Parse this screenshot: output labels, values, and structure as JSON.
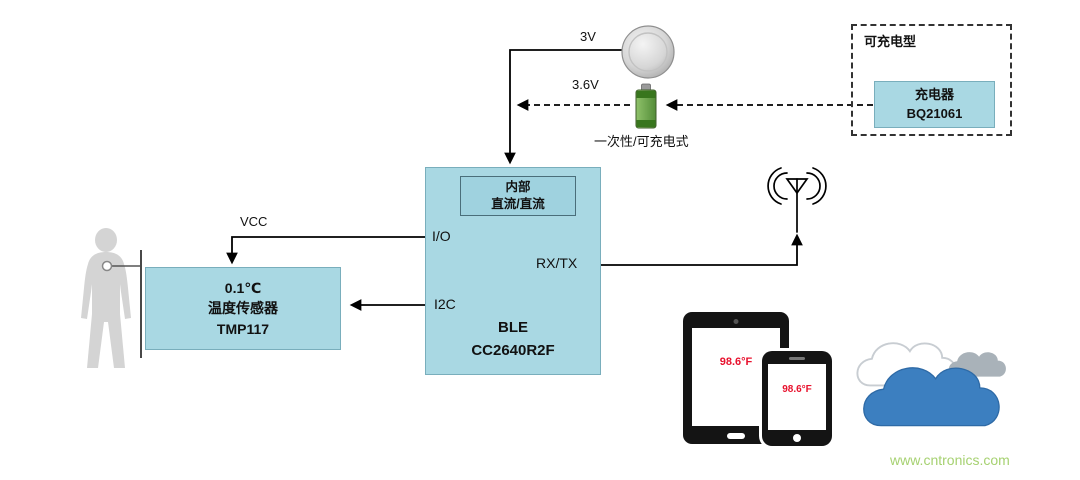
{
  "labels": {
    "v3": "3V",
    "v36": "3.6V",
    "battery_type": "一次性/可充电式",
    "rechargeable_group": "可充电型",
    "vcc": "VCC",
    "io": "I/O",
    "i2c": "I2C",
    "rxtx": "RX/TX"
  },
  "blocks": {
    "charger": {
      "name": "充电器",
      "part": "BQ21061"
    },
    "dcdc": {
      "line1": "内部",
      "line2": "直流/直流"
    },
    "ble": {
      "line1": "BLE",
      "line2": "CC2640R2F"
    },
    "sensor": {
      "line1": "0.1℃",
      "line2": "温度传感器",
      "line3": "TMP117"
    }
  },
  "devices": {
    "tablet_reading": "98.6°F",
    "phone_reading": "98.6°F"
  },
  "watermark": "www.cntronics.com",
  "colors": {
    "block_fill": "#a9d8e3",
    "reading_red": "#e8112d",
    "watermark_green": "#a6d171",
    "cloud_blue": "#3c7fc0",
    "battery_green": "#6aa84f"
  }
}
